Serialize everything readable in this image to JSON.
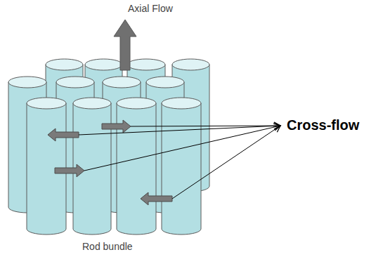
{
  "diagram": {
    "labels": [
      "Axial Flow",
      "Cross-flow",
      "Rod bundle"
    ]
  }
}
